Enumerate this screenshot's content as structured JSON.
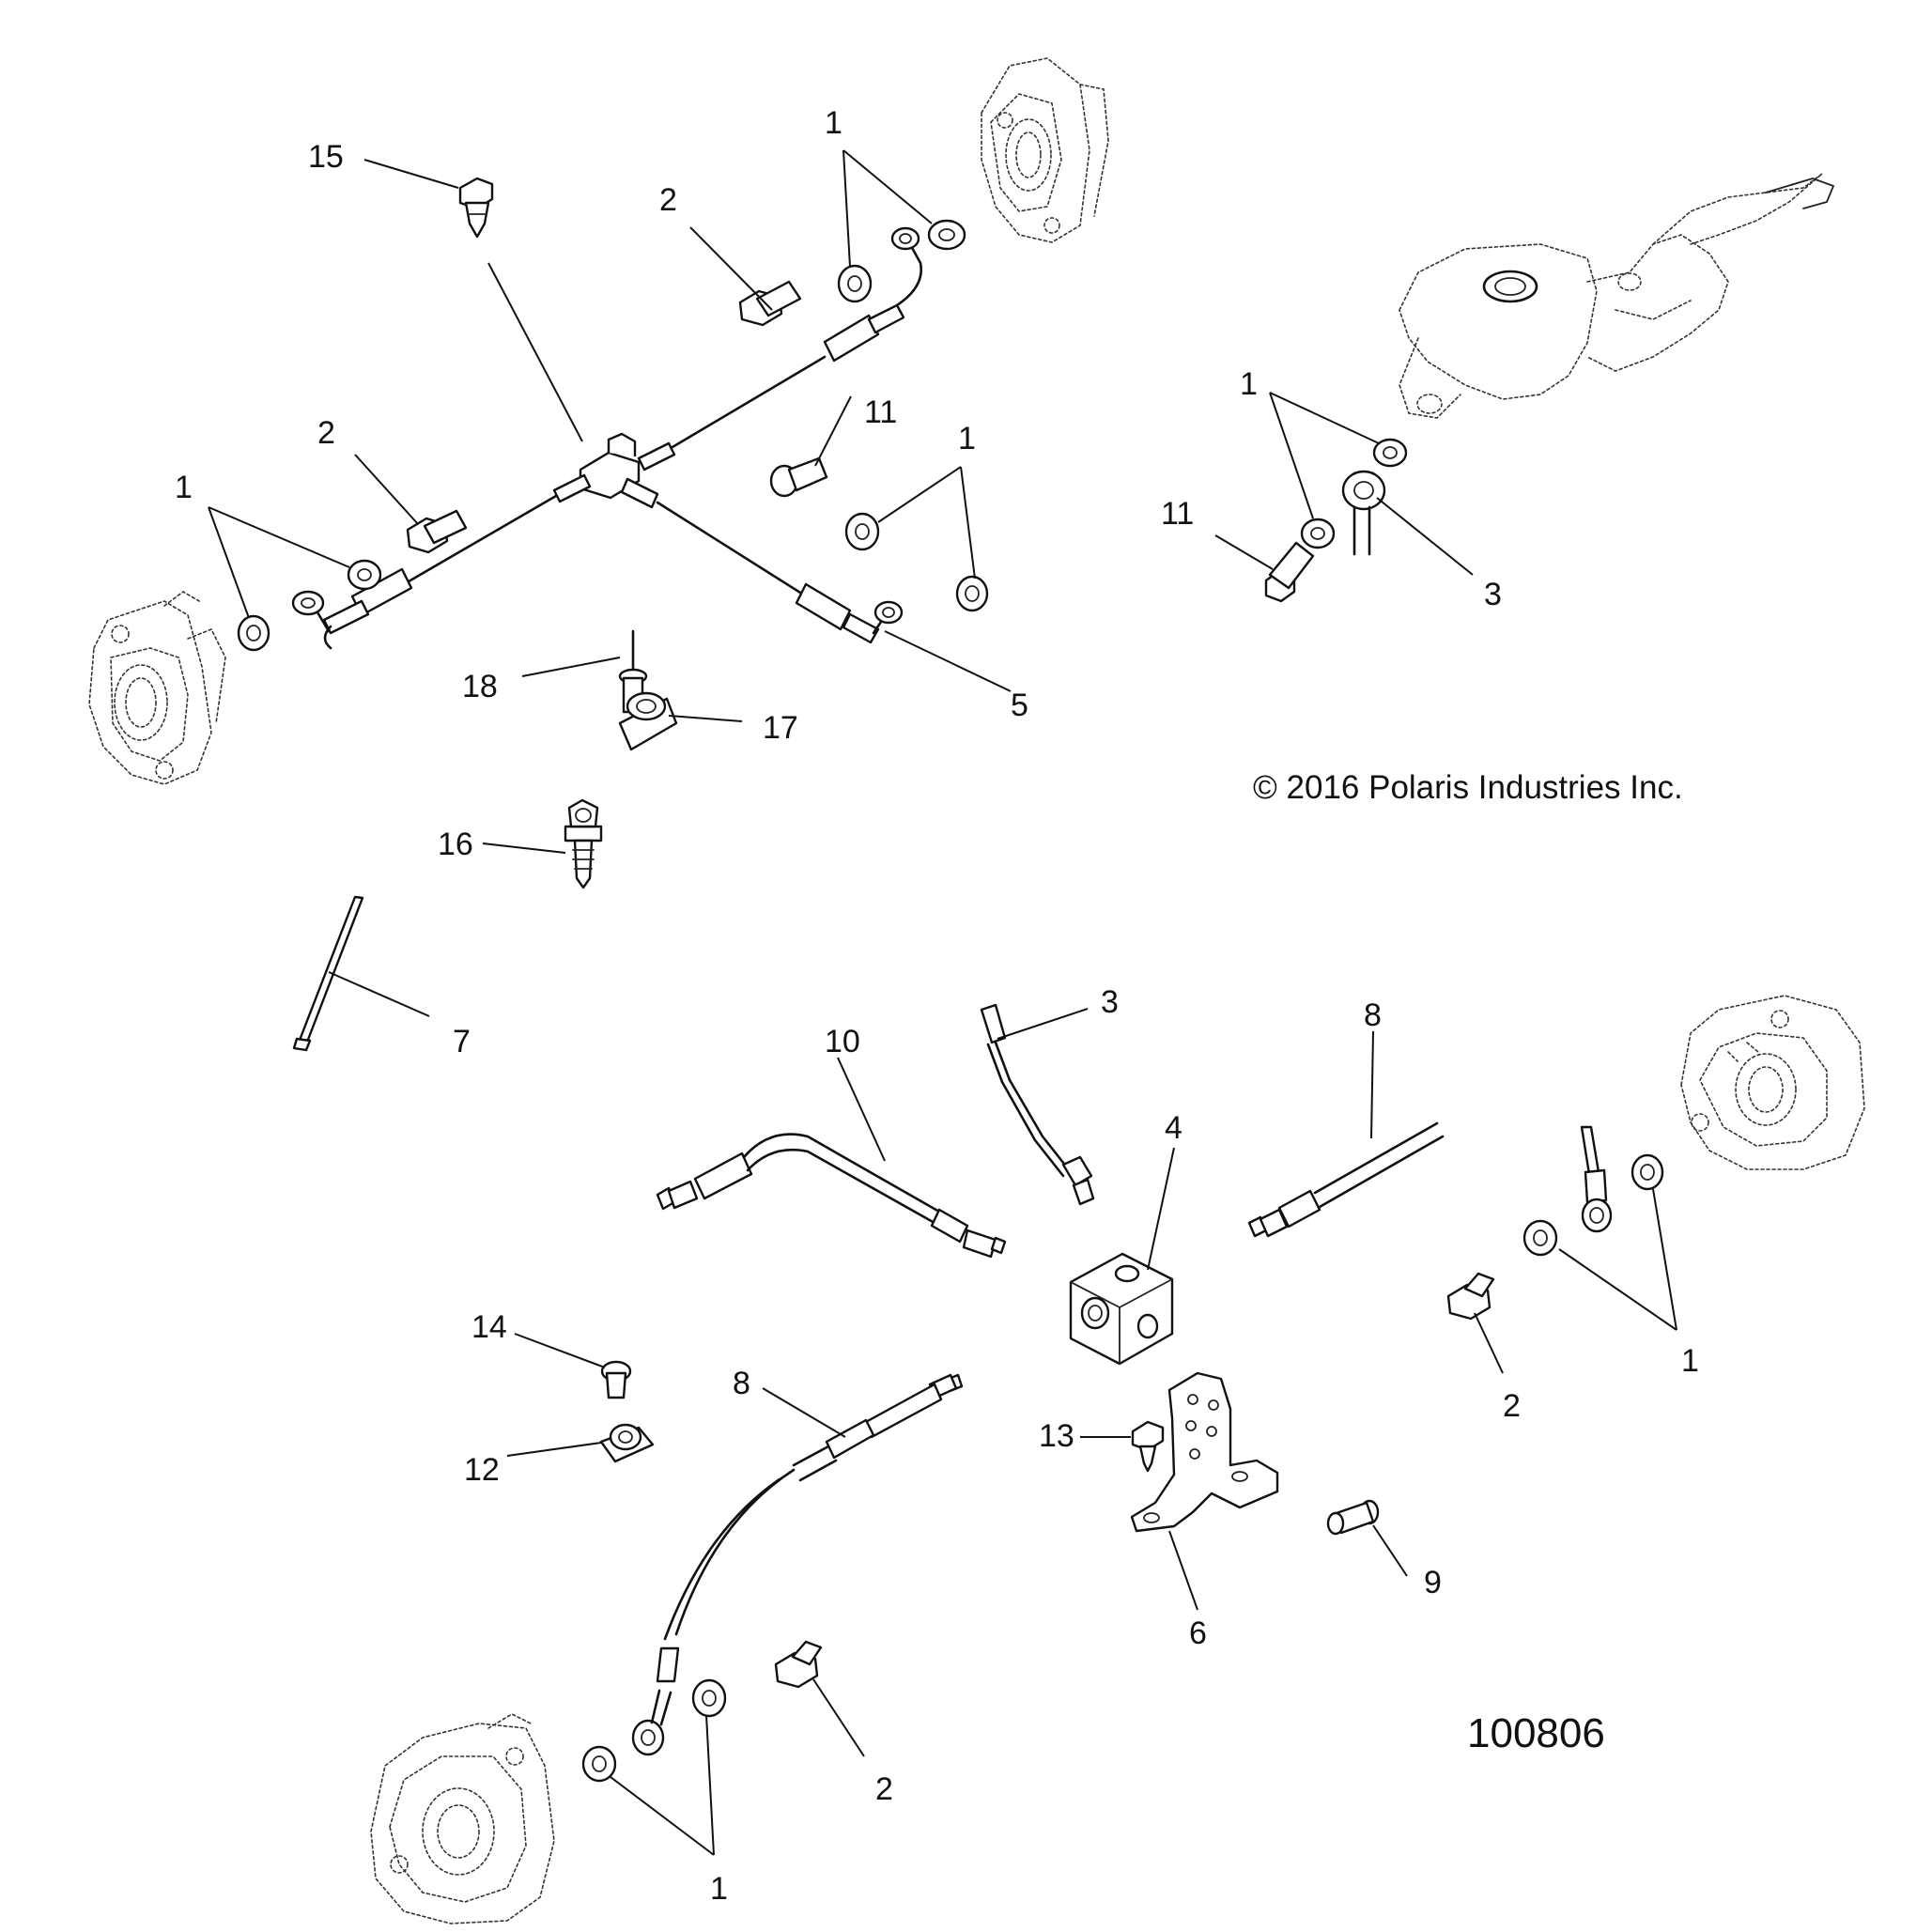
{
  "copyright": "© 2016 Polaris Industries Inc.",
  "drawing_number": "100806",
  "callouts": {
    "c15": "15",
    "c1_top": "1",
    "c2_top": "2",
    "c2_left": "2",
    "c1_left": "1",
    "c11_mid": "11",
    "c1_mid": "1",
    "c1_mc": "1",
    "c11_mc": "11",
    "c3_mc": "3",
    "c18": "18",
    "c17": "17",
    "c5": "5",
    "c16": "16",
    "c7": "7",
    "c3_low": "3",
    "c10": "10",
    "c8_right": "8",
    "c4": "4",
    "c14": "14",
    "c12": "12",
    "c8_low": "8",
    "c13": "13",
    "c2_rr": "2",
    "c1_rr": "1",
    "c9": "9",
    "c6": "6",
    "c2_bot": "2",
    "c1_bot": "1"
  }
}
